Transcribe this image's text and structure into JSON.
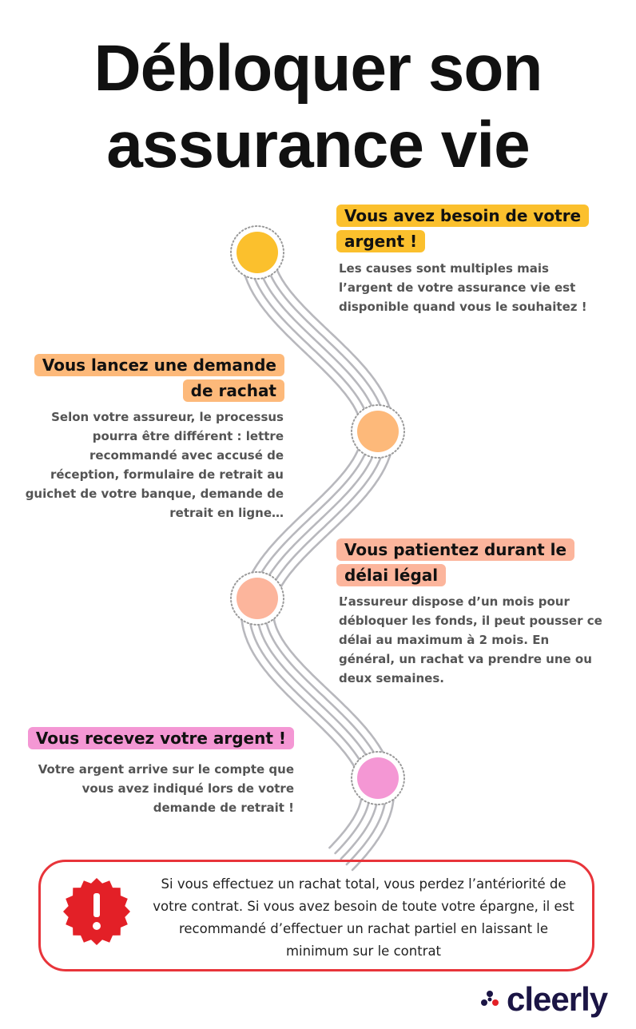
{
  "title": {
    "line1": "Débloquer son",
    "line2": "assurance vie"
  },
  "colors": {
    "step1": "#fbc02d",
    "step1_bg": "#fbc02d",
    "step2": "#fdb97a",
    "step2_bg": "#fdb97a",
    "step3": "#fcb59c",
    "step3_bg": "#fcb59c",
    "step4": "#f497d4",
    "step4_bg": "#f497d4",
    "road": "#b8b8bd",
    "warning_border": "#e8343a",
    "warning_icon": "#e32027",
    "brand": "#1b1545"
  },
  "steps": [
    {
      "heading": "Vous avez besoin de votre argent !",
      "description": "Les causes sont multiples mais l’argent de votre assurance vie est disponible quand vous le souhaitez !"
    },
    {
      "heading": "Vous lancez une demande de rachat",
      "description": "Selon votre assureur, le processus pourra être différent : lettre recommandé avec accusé de réception, formulaire de retrait au guichet de votre banque, demande de retrait en ligne…"
    },
    {
      "heading": "Vous patientez durant le délai légal",
      "description": "L’assureur dispose d’un mois pour débloquer les fonds, il peut pousser ce délai au maximum à 2 mois. En général, un rachat va prendre une ou deux semaines."
    },
    {
      "heading": "Vous recevez votre argent !",
      "description": "Votre argent arrive sur le compte que vous avez indiqué lors de votre demande de retrait !"
    }
  ],
  "warning": {
    "icon": "exclamation-badge-icon",
    "text": "Si vous effectuez un rachat total, vous perdez l’antériorité de votre contrat. Si vous avez besoin de toute votre épargne, il est recommandé d’effectuer un rachat partiel en laissant le minimum sur le contrat"
  },
  "brand": {
    "name": "cleerly",
    "icon": "asterisk-logo-icon"
  }
}
